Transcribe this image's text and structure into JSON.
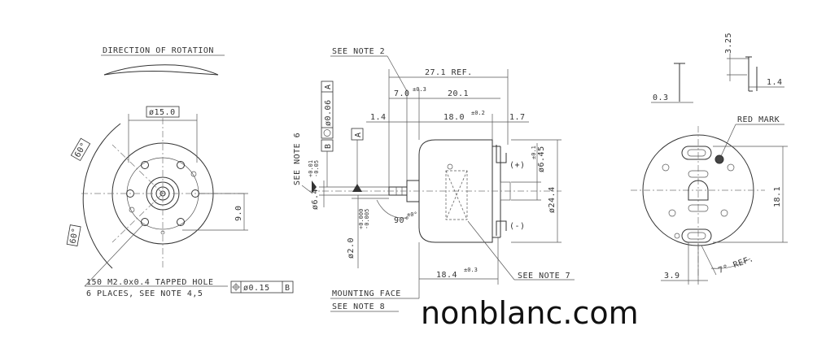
{
  "notes": {
    "direction_of_rotation": "DIRECTION OF ROTATION",
    "see_note_2": "SEE NOTE 2",
    "see_note_6": "SEE NOTE 6",
    "see_note_7": "SEE NOTE 7",
    "mounting_face": "MOUNTING FACE",
    "see_note_8": "SEE NOTE 8",
    "red_mark": "RED MARK",
    "tapped_hole_line1": "150 M2.0x0.4 TAPPED HOLE",
    "tapped_hole_line2": "6 PLACES, SEE NOTE 4,5"
  },
  "dims": {
    "d15": "ø15.0",
    "ang60_top": "60°",
    "ang60_bot": "60°",
    "nine": "9.0",
    "ref27": "27.1 REF.",
    "seven": "7.0",
    "seven_tol": "±0.3",
    "twenty": "20.1",
    "one4": "1.4",
    "eighteen": "18.0",
    "eighteen_tol": "±0.2",
    "one7": "1.7",
    "d645": "ø6.45",
    "d645_tol": "±0.1",
    "d244": "ø24.4",
    "d64": "ø6.4",
    "d64_tol_up": "+0.01",
    "d64_tol_dn": "-0.05",
    "d20": "ø2.0",
    "d20_tol_up": "+0.000",
    "d20_tol_dn": "-0.005",
    "ang90": "90°",
    "ang90_tol": "±0°",
    "eighteen4": "18.4",
    "eighteen4_tol": "±0.3",
    "plus": "(+)",
    "minus": "(-)",
    "three25": "3.25",
    "zero3": "0.3",
    "one4b": "1.4",
    "eighteen1": "18.1",
    "three9": "3.9",
    "seven_ref": "7° REF."
  },
  "frames": {
    "positional": "ø0.15",
    "positional_ref": "B",
    "runout": "ø0.06",
    "runout_ref": "A",
    "datum_b": "B",
    "datum_a": "A"
  },
  "brand": "nonblanc.com"
}
